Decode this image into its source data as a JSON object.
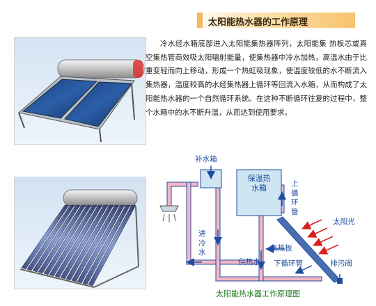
{
  "header": {
    "title": "太阳能热水器的工作原理"
  },
  "description": "冷水经水箱底部进入太阳能集热器阵列，太阳能集 热板芯或真空集热管商效吸太阳辐射能量，使集热器中冷水加热，高温水由于比重变轻而向上移动，形成一个热虹吸现象，使温度较低的水不断流入集热器，温度较高的水经集热器上循环等回流入水箱，从而构成了太阳能热水器的一个自然循环系统。在这种不断循环往复的过程中，整个水箱中的水不断升温，从而达到使用要求。",
  "diagram": {
    "caption": "太阳能热水器工作原理图",
    "labels": {
      "make_up_tank": "补水箱",
      "storage_tank": "保温热水箱",
      "upper_cycle_pipe": "上循环管",
      "sunlight": "太阳光",
      "collector": "集热板",
      "drain_valve": "排污阀",
      "lower_cycle_pipe": "下循环管",
      "hot_water_supply": "供热水",
      "cold_water_in": "进冷水"
    }
  },
  "colors": {
    "title_grad_end": "#f7c36c",
    "caption": "#1a7a1a",
    "pipe": "#f3b8c6",
    "pipe_stroke": "#1f4da0",
    "label": "#1f4da0",
    "sun_arrow": "#d91e1e",
    "tank": "#cfe6f2",
    "collector": "#4a6fb0"
  }
}
